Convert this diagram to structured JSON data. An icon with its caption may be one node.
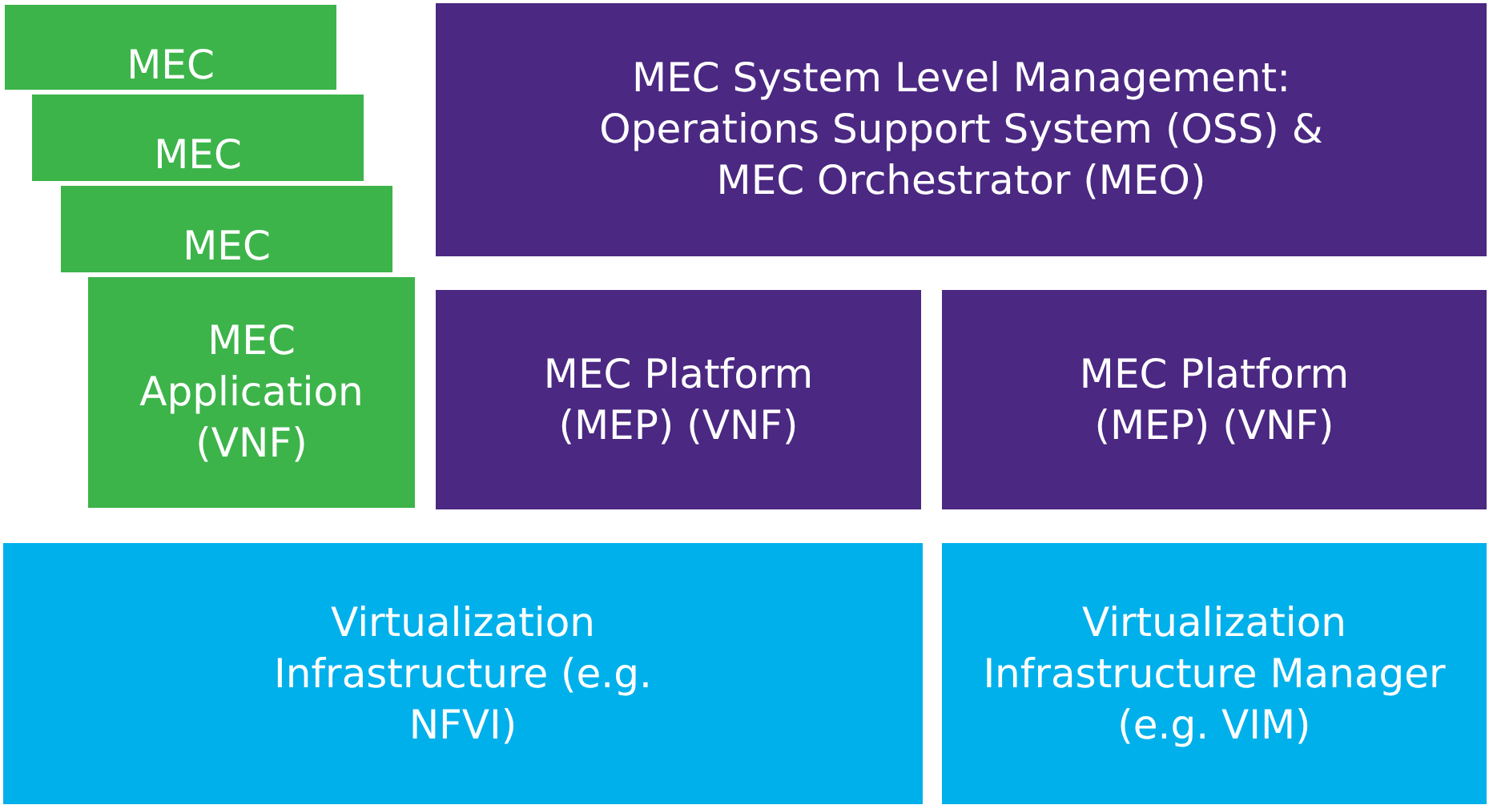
{
  "diagram": {
    "nodes": [
      {
        "text": [
          "MEC"
        ]
      },
      {
        "text": [
          "MEC"
        ]
      },
      {
        "text": [
          "MEC"
        ]
      },
      {
        "text": [
          "MEC Application (VNF)"
        ]
      },
      {
        "text": [
          "MEC System Level Management: Operations Support System (OSS) & MEC Orchestrator (MEO)"
        ]
      },
      {
        "text": [
          "MEC Platform (MEP) (VNF)"
        ]
      },
      {
        "text": [
          "MEC Platform (MEP) (VNF)"
        ]
      },
      {
        "text": [
          "Virtualization Infrastructure (e.g. NFVI)"
        ]
      },
      {
        "text": [
          "Virtualization Infrastructure Manager (e.g. VIM)"
        ]
      }
    ]
  }
}
